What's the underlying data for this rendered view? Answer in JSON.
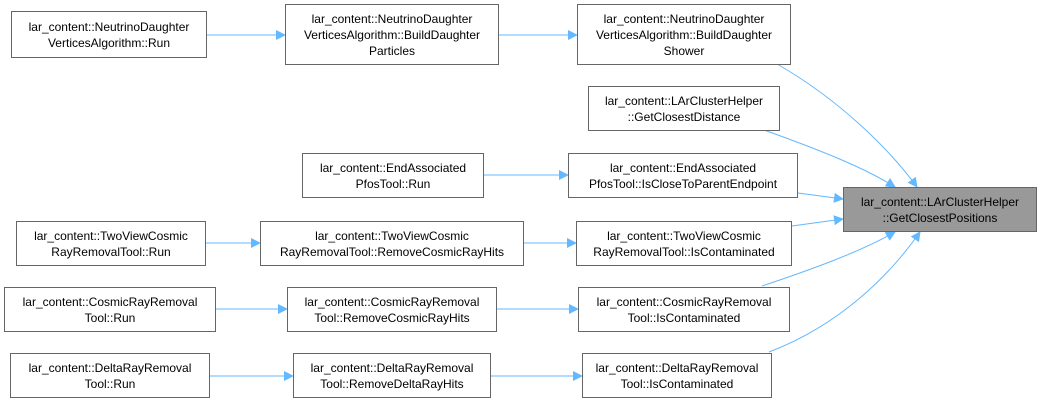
{
  "colors": {
    "edge": "#63b8ff",
    "node_border": "#666666",
    "focus_fill": "#999999"
  },
  "nodes": {
    "n1": {
      "lines": [
        "lar_content::NeutrinoDaughter",
        "VerticesAlgorithm::Run"
      ]
    },
    "n2": {
      "lines": [
        "lar_content::NeutrinoDaughter",
        "VerticesAlgorithm::BuildDaughter",
        "Particles"
      ]
    },
    "n3": {
      "lines": [
        "lar_content::NeutrinoDaughter",
        "VerticesAlgorithm::BuildDaughter",
        "Shower"
      ]
    },
    "n4": {
      "lines": [
        "lar_content::LArClusterHelper",
        "::GetClosestDistance"
      ]
    },
    "n5": {
      "lines": [
        "lar_content::EndAssociated",
        "PfosTool::Run"
      ]
    },
    "n6": {
      "lines": [
        "lar_content::EndAssociated",
        "PfosTool::IsCloseToParentEndpoint"
      ]
    },
    "n7": {
      "lines": [
        "lar_content::LArClusterHelper",
        "::GetClosestPositions"
      ]
    },
    "n8": {
      "lines": [
        "lar_content::TwoViewCosmic",
        "RayRemovalTool::Run"
      ]
    },
    "n9": {
      "lines": [
        "lar_content::TwoViewCosmic",
        "RayRemovalTool::RemoveCosmicRayHits"
      ]
    },
    "n10": {
      "lines": [
        "lar_content::TwoViewCosmic",
        "RayRemovalTool::IsContaminated"
      ]
    },
    "n11": {
      "lines": [
        "lar_content::CosmicRayRemoval",
        "Tool::Run"
      ]
    },
    "n12": {
      "lines": [
        "lar_content::CosmicRayRemoval",
        "Tool::RemoveCosmicRayHits"
      ]
    },
    "n13": {
      "lines": [
        "lar_content::CosmicRayRemoval",
        "Tool::IsContaminated"
      ]
    },
    "n14": {
      "lines": [
        "lar_content::DeltaRayRemoval",
        "Tool::Run"
      ]
    },
    "n15": {
      "lines": [
        "lar_content::DeltaRayRemoval",
        "Tool::RemoveDeltaRayHits"
      ]
    },
    "n16": {
      "lines": [
        "lar_content::DeltaRayRemoval",
        "Tool::IsContaminated"
      ]
    }
  }
}
